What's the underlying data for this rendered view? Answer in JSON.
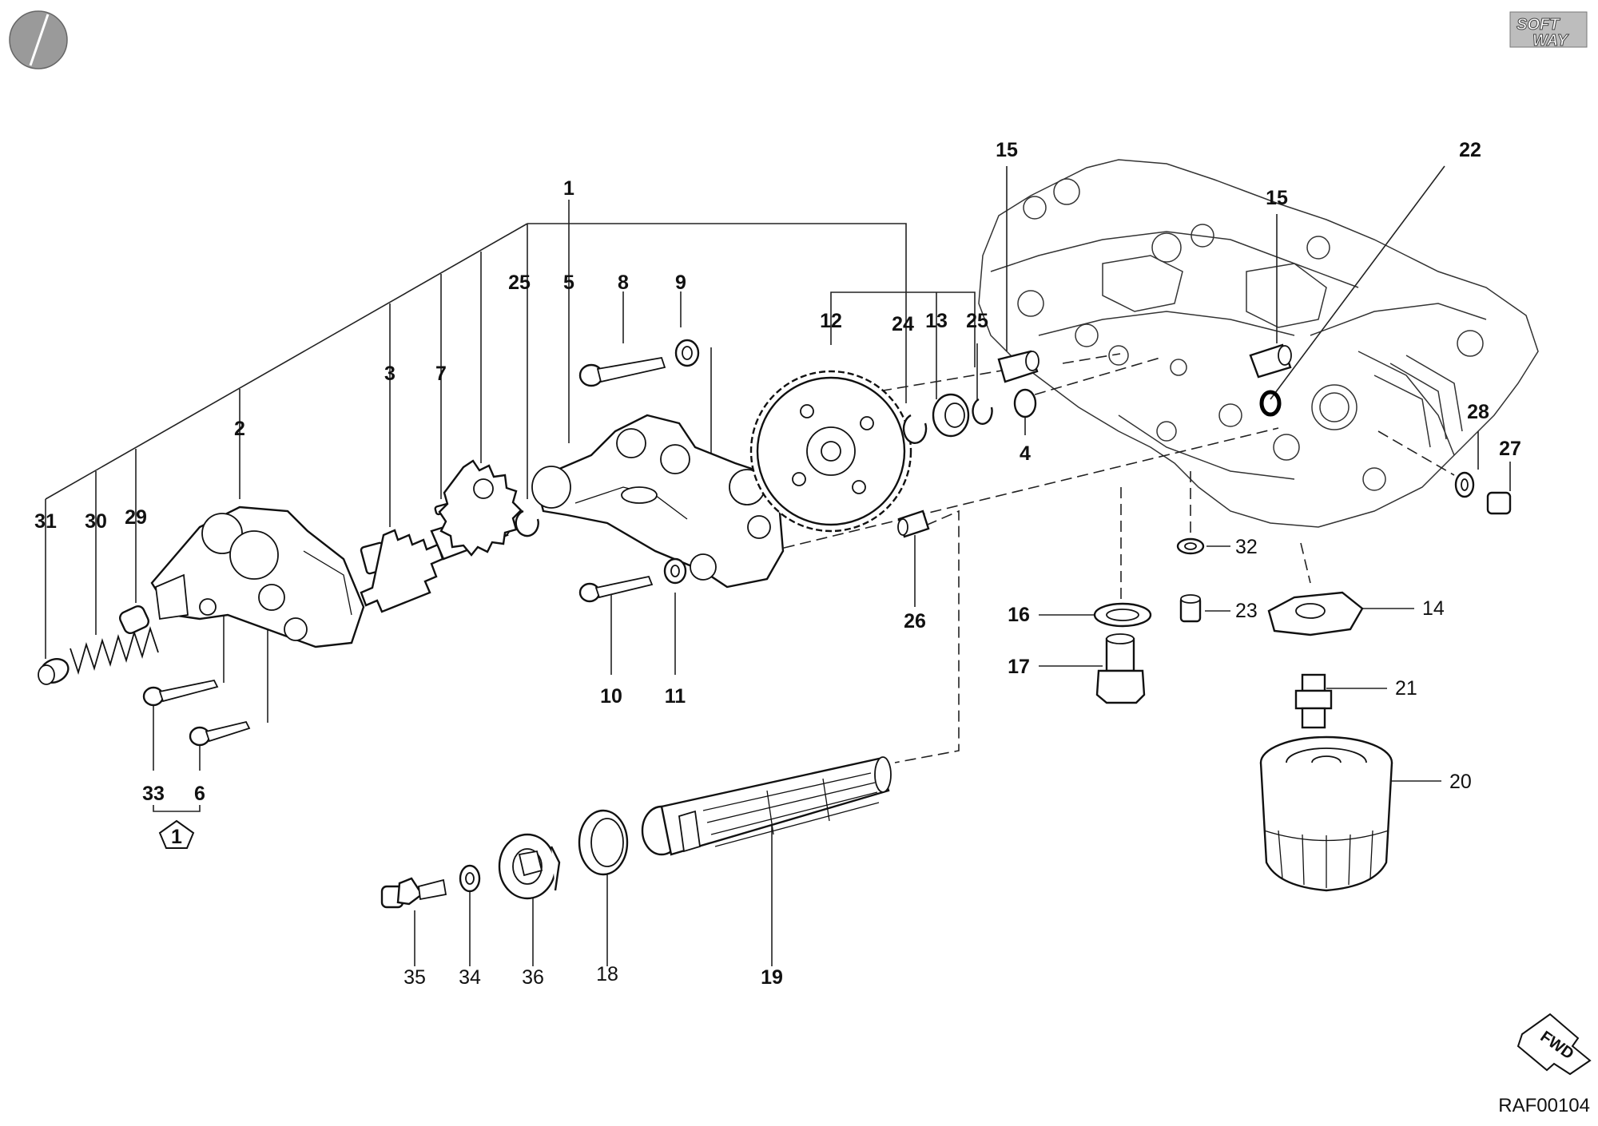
{
  "drawing": {
    "code": "RAF00104",
    "logo_text": [
      "SOFT",
      "WAY"
    ],
    "fwd_label": "FWD",
    "pentagon_label": "1"
  },
  "callouts": {
    "p1": "1",
    "p2": "2",
    "p3": "3",
    "p4": "4",
    "p5": "5",
    "p6": "6",
    "p7": "7",
    "p8": "8",
    "p9": "9",
    "p10": "10",
    "p11": "11",
    "p12": "12",
    "p13": "13",
    "p14": "14",
    "p15a": "15",
    "p15b": "15",
    "p16": "16",
    "p17": "17",
    "p18": "18",
    "p19": "19",
    "p20": "20",
    "p21": "21",
    "p22": "22",
    "p23": "23",
    "p24": "24",
    "p25a": "25",
    "p25b": "25",
    "p26": "26",
    "p27": "27",
    "p28": "28",
    "p29": "29",
    "p30": "30",
    "p31": "31",
    "p32": "32",
    "p33": "33",
    "p34": "34",
    "p35": "35",
    "p36": "36"
  }
}
